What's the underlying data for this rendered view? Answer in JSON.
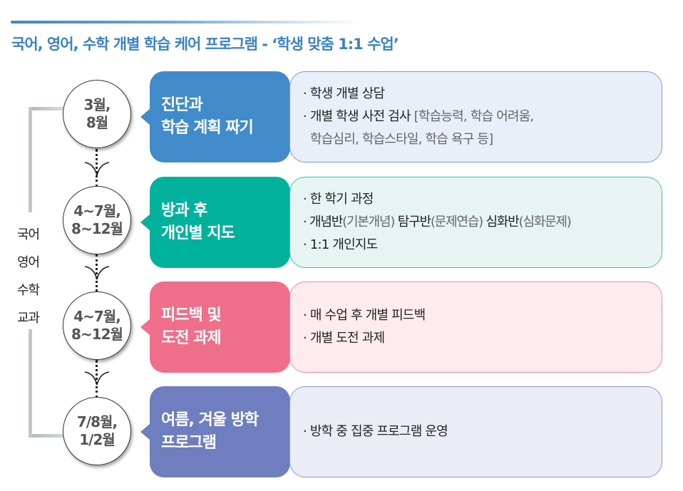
{
  "title": "국어, 영어, 수학 개별 학습 케어 프로그램 - ‘학생 맞춤 1:1 수업’",
  "subjects": [
    "국어",
    "영어",
    "수학",
    "교과"
  ],
  "colors": {
    "title": "#3b82c4",
    "step1": "#428bca",
    "step2": "#00b29c",
    "step3": "#ef6f8b",
    "step4": "#6f7ebe",
    "detail1_bg": "#e8eff8",
    "detail2_bg": "#e7f4f2",
    "detail3_bg": "#fdebee",
    "detail4_bg": "#ebecf6"
  },
  "steps": [
    {
      "period": [
        "3월,",
        "8월"
      ],
      "title": [
        "진단과",
        "학습 계획 짜기"
      ],
      "details": [
        {
          "parts": [
            {
              "text": "· 학생 개별 상담",
              "style": "em"
            }
          ]
        },
        {
          "parts": [
            {
              "text": "· 개별 학생 사전 검사 ",
              "style": "em"
            },
            {
              "text": "[학습능력, 학습 어려움,",
              "style": "sub"
            }
          ]
        },
        {
          "parts": [
            {
              "text": "학습심리, 학습스타일, 학습 욕구 등]",
              "style": "sub"
            }
          ],
          "indent": true
        }
      ]
    },
    {
      "period": [
        "4~7월,",
        "8~12월"
      ],
      "title": [
        "방과 후",
        "개인별 지도"
      ],
      "details": [
        {
          "parts": [
            {
              "text": "· 한 학기 과정",
              "style": "em"
            }
          ]
        },
        {
          "parts": [
            {
              "text": "· 개념반",
              "style": "em"
            },
            {
              "text": "(기본개념) ",
              "style": "sub"
            },
            {
              "text": "탐구반",
              "style": "em"
            },
            {
              "text": "(문제연습) ",
              "style": "sub"
            },
            {
              "text": "심화반",
              "style": "em"
            },
            {
              "text": "(심화문제)",
              "style": "sub"
            }
          ]
        },
        {
          "parts": [
            {
              "text": "· 1:1 개인지도",
              "style": "em"
            }
          ]
        }
      ]
    },
    {
      "period": [
        "4~7월,",
        "8~12월"
      ],
      "title": [
        "피드백 및",
        "도전 과제"
      ],
      "details": [
        {
          "parts": [
            {
              "text": "· 매 수업 후 개별 피드백",
              "style": "em"
            }
          ]
        },
        {
          "parts": [
            {
              "text": "· 개별 도전 과제",
              "style": "em"
            }
          ]
        }
      ]
    },
    {
      "period": [
        "7/8월,",
        "1/2월"
      ],
      "title": [
        "여름, 겨울 방학",
        "프로그램"
      ],
      "details": [
        {
          "parts": [
            {
              "text": "· 방학 중 집중 프로그램 운영",
              "style": "em"
            }
          ]
        }
      ]
    }
  ]
}
